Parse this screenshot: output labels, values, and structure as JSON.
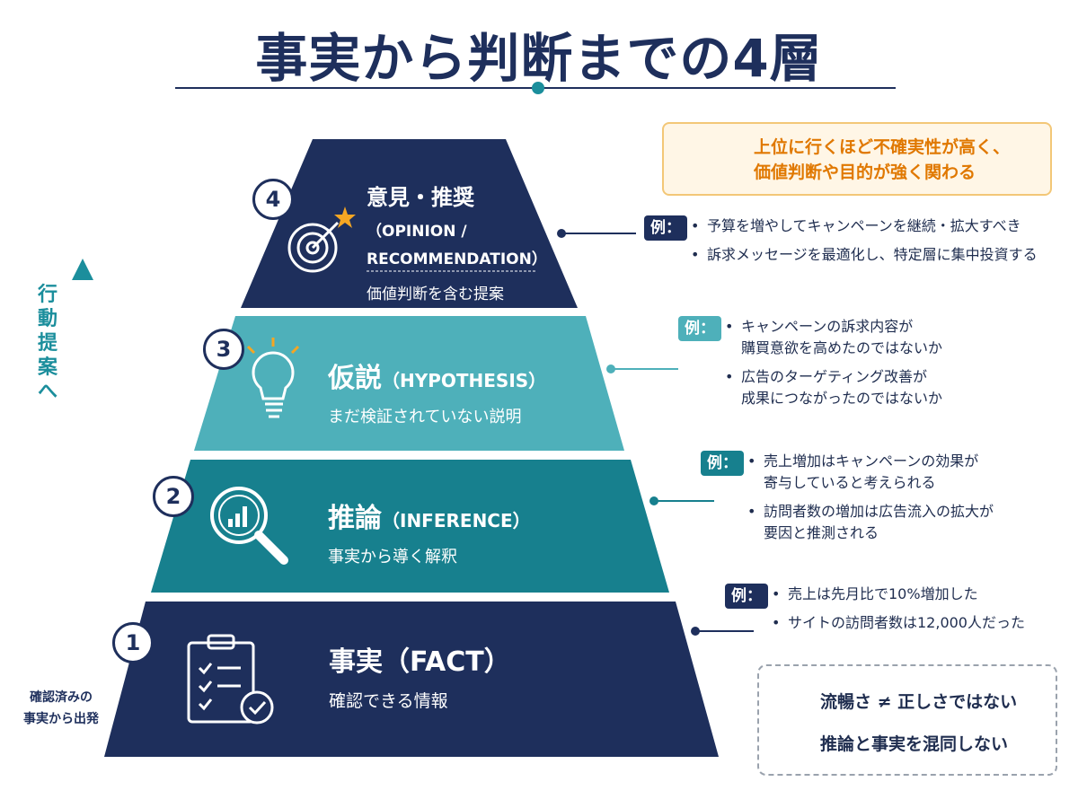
{
  "title": "事実から判断までの4層",
  "side": {
    "vertical_label": [
      "行",
      "動",
      "提",
      "案",
      "へ"
    ],
    "bottom_label_1": "確認済みの",
    "bottom_label_2": "事実から出発"
  },
  "callout": {
    "line1": "上位に行くほど不確実性が高く、",
    "line2": "価値判断や目的が強く関わる",
    "icon": "trophy-icon"
  },
  "layers": {
    "fact": {
      "number": "1",
      "title": "事実（FACT）",
      "subtitle": "確認できる情報",
      "icon": "clipboard-check-icon",
      "example_label": "例：",
      "examples": [
        "売上は先月比で10%増加した",
        "サイトの訪問者数は12,000人だった"
      ]
    },
    "inference": {
      "number": "2",
      "title_main": "推論",
      "title_en": "（INFERENCE）",
      "subtitle": "事実から導く解釈",
      "icon": "magnifier-chart-icon",
      "example_label": "例：",
      "examples": [
        [
          "売上増加はキャンペーンの効果が",
          "寄与していると考えられる"
        ],
        [
          "訪問者数の増加は広告流入の拡大が",
          "要因と推測される"
        ]
      ]
    },
    "hypothesis": {
      "number": "3",
      "title_main": "仮説",
      "title_en": "（HYPOTHESIS）",
      "subtitle": "まだ検証されていない説明",
      "icon": "lightbulb-icon",
      "example_label": "例：",
      "examples": [
        [
          "キャンペーンの訴求内容が",
          "購買意欲を高めたのではないか"
        ],
        [
          "広告のターゲティング改善が",
          "成果につながったのではないか"
        ]
      ]
    },
    "opinion": {
      "number": "4",
      "title_main": "意見・推奨",
      "title_en1": "（OPINION /",
      "title_en2": "RECOMMENDATION）",
      "subtitle": "価値判断を含む提案",
      "icon": "target-star-icon",
      "example_label": "例：",
      "examples": [
        "予算を増やしてキャンペーンを継続・拡大すべき",
        "訴求メッセージを最適化し、特定層に集中投資する"
      ]
    }
  },
  "notes": {
    "note1": "流暢さ ≠ 正しさではない",
    "note2": "推論と事実を混同しない",
    "note1_icon": "warning-icon",
    "note2_icon": "prohibited-icon"
  },
  "colors": {
    "navy": "#1e2f5c",
    "teal": "#17808e",
    "light_teal": "#4eb0ba",
    "orange": "#e07800"
  }
}
